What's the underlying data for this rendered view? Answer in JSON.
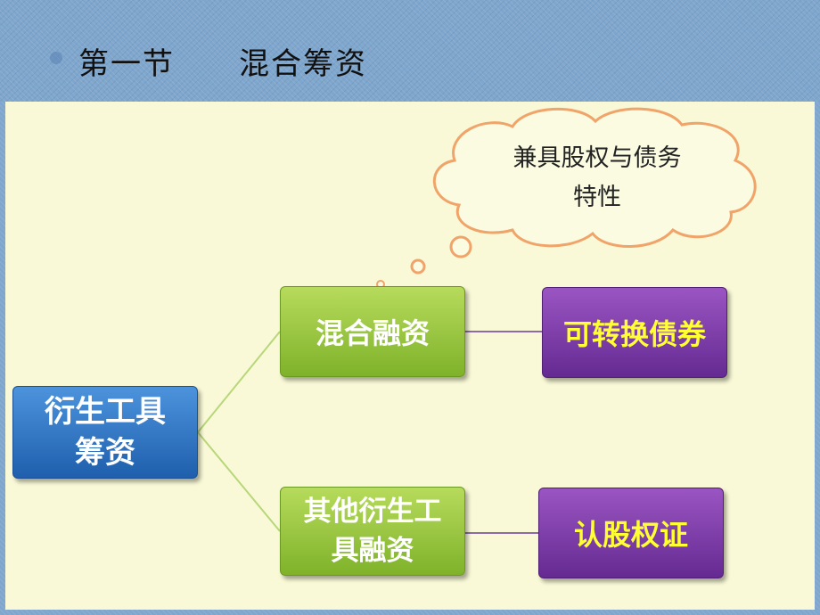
{
  "slide": {
    "title": "第一节　　混合筹资"
  },
  "diagram": {
    "root": {
      "line1": "衍生工具",
      "line2": "筹资"
    },
    "branch1": {
      "label": "混合融资",
      "child": "可转换债券"
    },
    "branch2": {
      "line1": "其他衍生工",
      "line2": "具融资",
      "child": "认股权证"
    },
    "callout": {
      "line1": "兼具股权与债务",
      "line2": "特性"
    }
  },
  "colors": {
    "header": "#7fa6cc",
    "background": "#f9f9d7",
    "root_box": "#2d6fbf",
    "green_box": "#9ac845",
    "purple_box": "#7e3aa8",
    "purple_text": "#ffff33",
    "cloud_outline": "#f0a46a"
  }
}
